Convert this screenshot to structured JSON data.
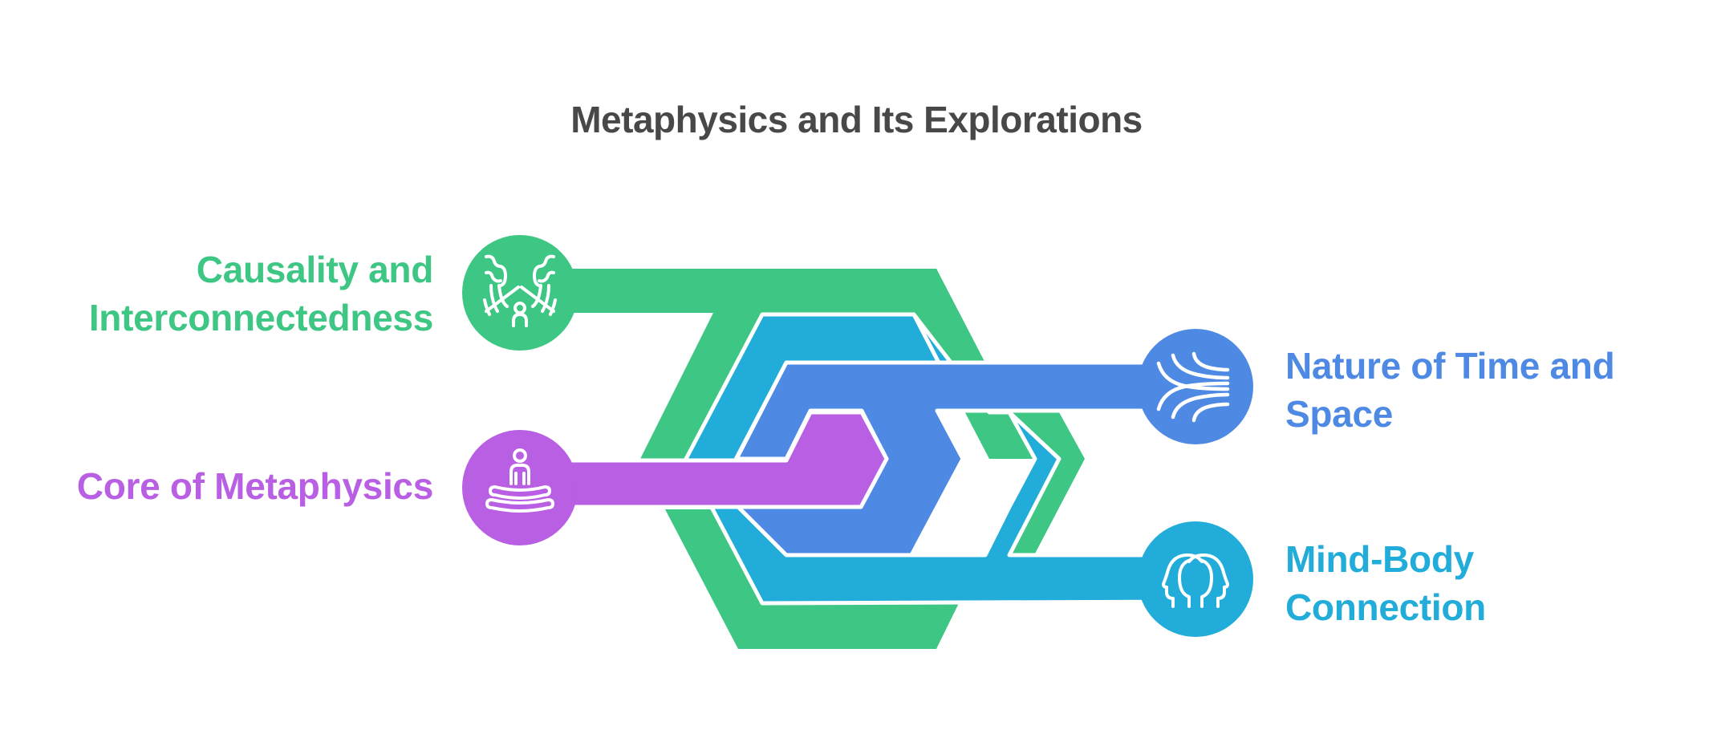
{
  "title": "Metaphysics and Its Explorations",
  "colors": {
    "green": "#3EC684",
    "cyan": "#21ACD9",
    "blue": "#4E8AE4",
    "purple": "#B85FE3",
    "title": "#484848",
    "background": "#FFFFFF"
  },
  "items": [
    {
      "id": "causality",
      "label_lines": [
        "Causality and",
        "Interconnectedness"
      ],
      "color": "#3EC684",
      "icon": "trees-person-icon",
      "side": "left"
    },
    {
      "id": "core",
      "label_lines": [
        "Core of Metaphysics"
      ],
      "color": "#B85FE3",
      "icon": "meditating-person-icon",
      "side": "left"
    },
    {
      "id": "time-space",
      "label_lines": [
        "Nature of Time and",
        "Space"
      ],
      "color": "#4E8AE4",
      "icon": "converging-lines-icon",
      "side": "right"
    },
    {
      "id": "mind-body",
      "label_lines": [
        "Mind-Body",
        "Connection"
      ],
      "color": "#21ACD9",
      "icon": "two-heads-icon",
      "side": "right"
    }
  ]
}
